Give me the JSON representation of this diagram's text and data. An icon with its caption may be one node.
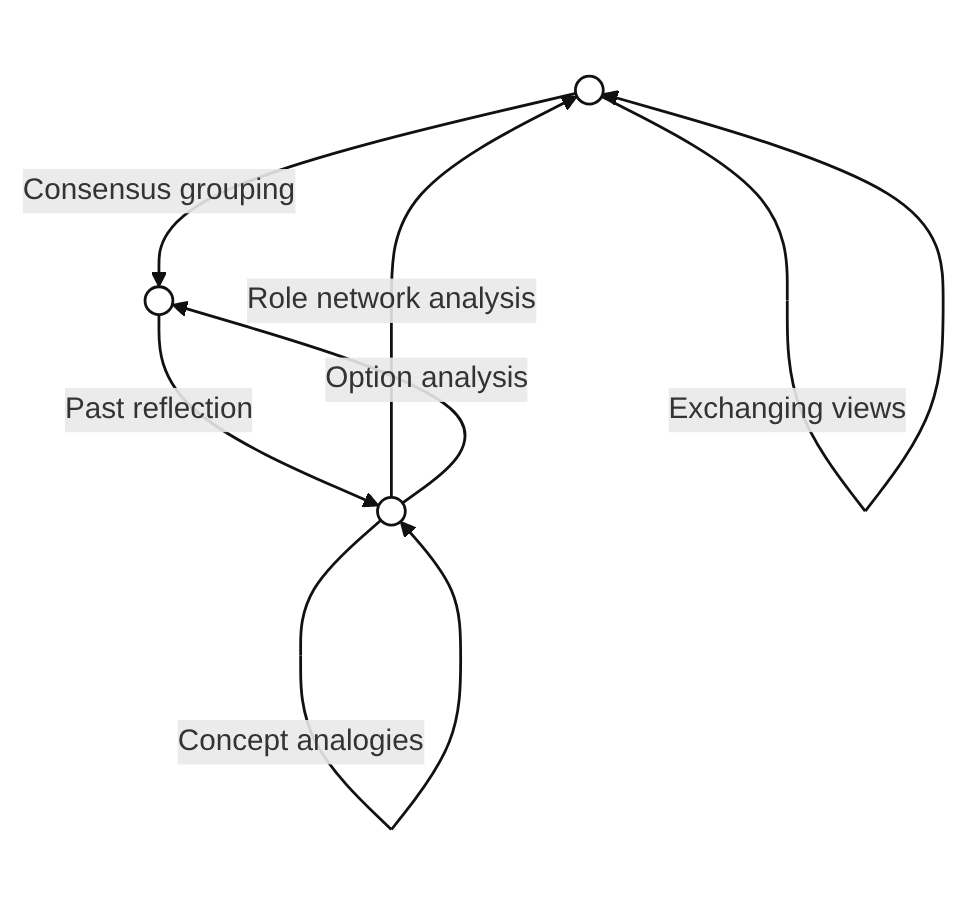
{
  "diagram": {
    "nodes": [
      {
        "text": [],
        "shape": "circle"
      },
      {
        "text": [],
        "shape": "circle"
      },
      {
        "text": [],
        "shape": "circle"
      }
    ],
    "edges": [
      {
        "from": 0,
        "to": 0,
        "arrow": "to",
        "label": "Exchanging views"
      },
      {
        "from": 1,
        "to": 1,
        "arrow": "to",
        "label": "Concept analogies"
      },
      {
        "from": 1,
        "to": 0,
        "arrow": "to",
        "label": "Role network analysis"
      },
      {
        "from": 0,
        "to": 2,
        "arrow": "to",
        "label": "Consensus grouping"
      },
      {
        "from": 1,
        "to": 2,
        "arrow": "to",
        "label": "Option analysis"
      },
      {
        "from": 2,
        "to": 1,
        "arrow": "to",
        "label": "Past reflection"
      }
    ]
  }
}
